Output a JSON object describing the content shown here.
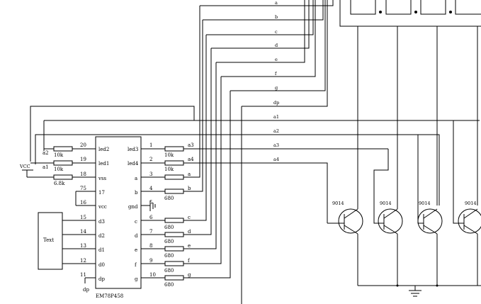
{
  "chip": {
    "name": "EM78P458",
    "left_pins": [
      {
        "num": "20",
        "label": "led2"
      },
      {
        "num": "19",
        "label": "led1"
      },
      {
        "num": "18",
        "label": "vss"
      },
      {
        "num": "75",
        "label": "17"
      },
      {
        "num": "16",
        "label": "vcc"
      },
      {
        "num": "15",
        "label": "d3"
      },
      {
        "num": "14",
        "label": "d2"
      },
      {
        "num": "13",
        "label": "d1"
      },
      {
        "num": "12",
        "label": "d0"
      },
      {
        "num": "11",
        "label": "dp"
      }
    ],
    "right_pins": [
      {
        "num": "1",
        "label": "led3"
      },
      {
        "num": "2",
        "label": "led4"
      },
      {
        "num": "3",
        "label": "a"
      },
      {
        "num": "4",
        "label": "b"
      },
      {
        "num": "5",
        "label": "gnd"
      },
      {
        "num": "6",
        "label": "c"
      },
      {
        "num": "7",
        "label": "d"
      },
      {
        "num": "8",
        "label": "e"
      },
      {
        "num": "9",
        "label": "f"
      },
      {
        "num": "10",
        "label": "g"
      }
    ]
  },
  "left_resistors": [
    {
      "net": "a2",
      "value": "10k"
    },
    {
      "net": "a1",
      "value": "10k"
    },
    {
      "net": "",
      "value": "6.8k"
    }
  ],
  "right_resistors": [
    {
      "value": "10k",
      "net": "a3"
    },
    {
      "value": "10k",
      "net": "a4"
    },
    {
      "value": "",
      "net": "a"
    },
    {
      "value": "680",
      "net": "b"
    },
    {
      "value": "680",
      "net": "c"
    },
    {
      "value": "680",
      "net": "d"
    },
    {
      "value": "680",
      "net": "e"
    },
    {
      "value": "680",
      "net": "f"
    },
    {
      "value": "680",
      "net": "g"
    }
  ],
  "bus_labels": [
    "a",
    "b",
    "c",
    "d",
    "e",
    "f",
    "g",
    "dp",
    "a1",
    "a2",
    "a3",
    "a4"
  ],
  "transistors": [
    "9014",
    "9014",
    "9014",
    "9014"
  ],
  "power": {
    "vcc": "VCC"
  },
  "text_block": "Text",
  "dp_label": "dp"
}
